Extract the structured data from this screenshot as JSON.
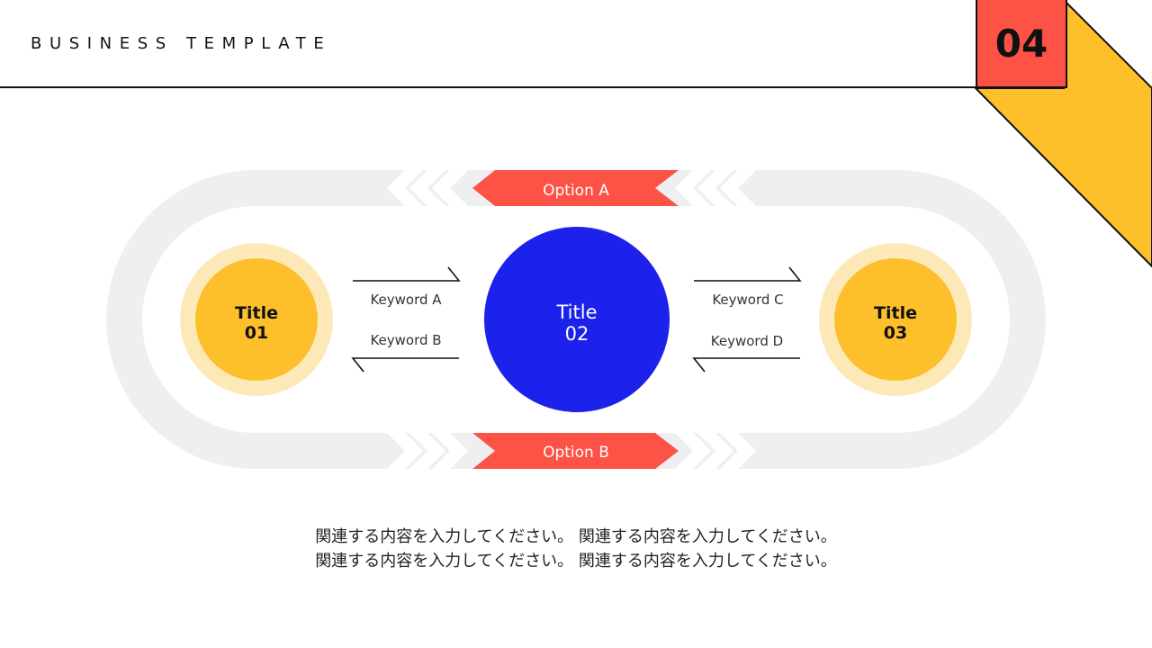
{
  "header": {
    "title": "BUSINESS TEMPLATE",
    "page_number": "04"
  },
  "colors": {
    "accent_red": "#fd5246",
    "accent_yellow": "#fdc02b",
    "light_yellow": "#fde9b7",
    "center_blue": "#1c22ec",
    "track_gray": "#efeff1",
    "line_black": "#111111"
  },
  "options": {
    "a": "Option A",
    "b": "Option B"
  },
  "nodes": {
    "title01": {
      "line1": "Title",
      "line2": "01"
    },
    "title02": {
      "line1": "Title",
      "line2": "02"
    },
    "title03": {
      "line1": "Title",
      "line2": "03"
    }
  },
  "keywords": {
    "a": "Keyword A",
    "b": "Keyword B",
    "c": "Keyword C",
    "d": "Keyword D"
  },
  "caption": {
    "line1": "関連する内容を入力してください。 関連する内容を入力してください。",
    "line2": "関連する内容を入力してください。 関連する内容を入力してください。"
  }
}
